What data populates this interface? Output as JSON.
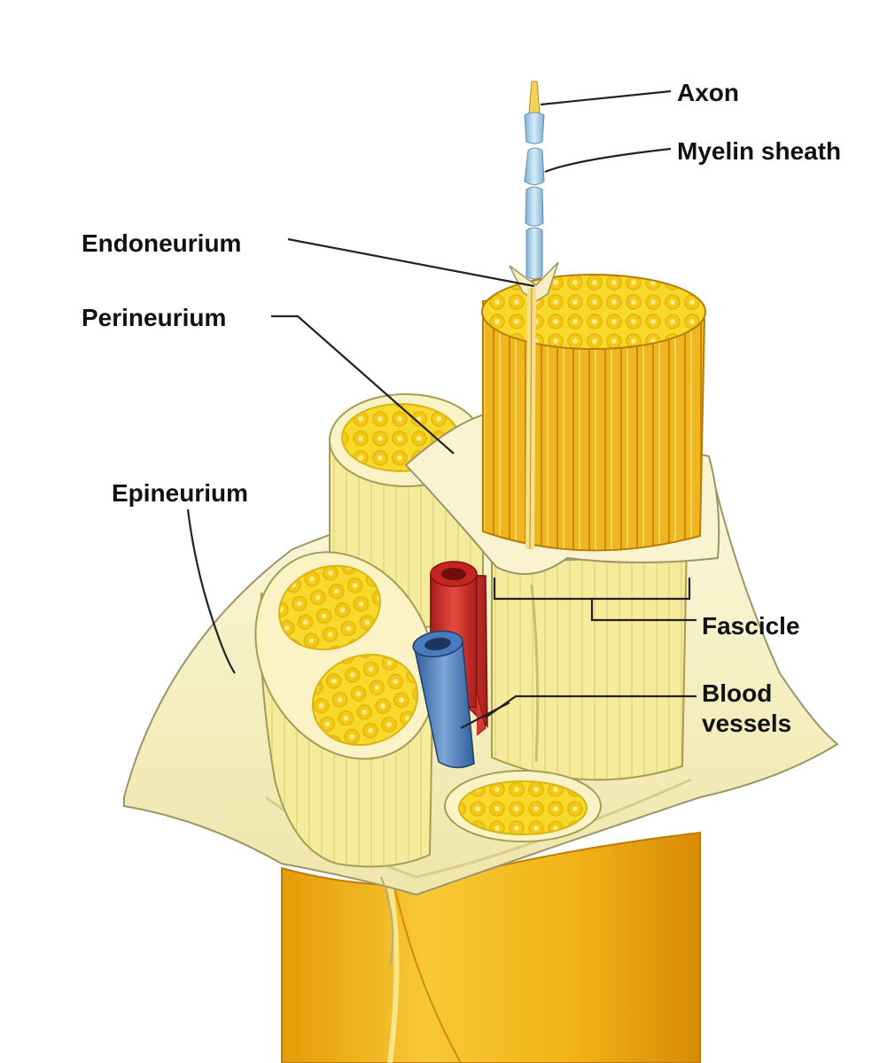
{
  "labels": {
    "axon": "Axon",
    "myelin_sheath": "Myelin sheath",
    "endoneurium": "Endoneurium",
    "perineurium": "Perineurium",
    "epineurium": "Epineurium",
    "fascicle": "Fascicle",
    "blood_vessels_line1": "Blood",
    "blood_vessels_line2": "vessels"
  },
  "colors": {
    "nerve_trunk": "#f2b91a",
    "epineurium_sheet": "#f7f2c4",
    "fascicle_body": "#f5e46a",
    "fascicle_dots": "#f2d21e",
    "axon_bundle": "#f1b51e",
    "myelin": "#9ec9e6",
    "artery": "#d9302a",
    "vein": "#4a7bbf",
    "leader_lines": "#222222"
  }
}
